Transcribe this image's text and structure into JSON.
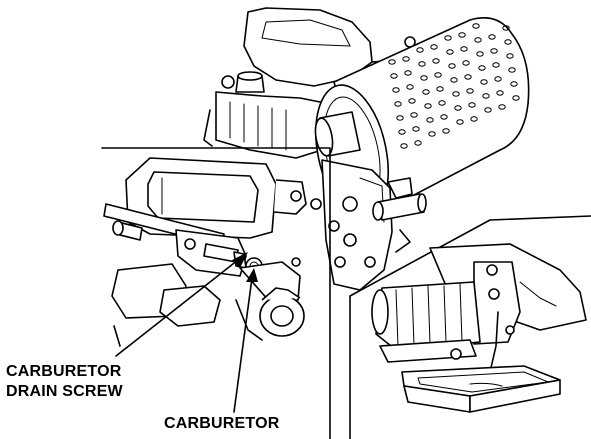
{
  "callouts": {
    "drain_screw": {
      "line1": "CARBURETOR",
      "line2": "DRAIN SCREW"
    },
    "carburetor": {
      "label": "CARBURETOR"
    }
  }
}
